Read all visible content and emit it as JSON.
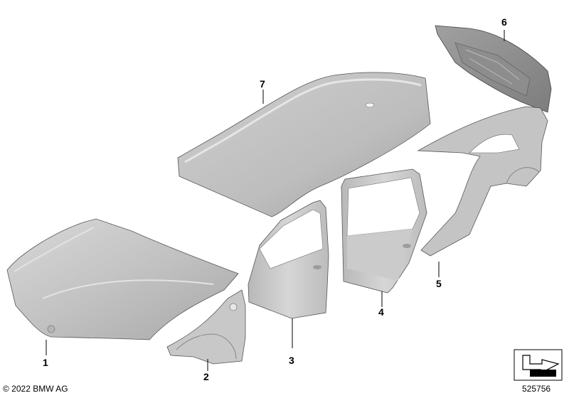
{
  "callouts": [
    {
      "number": "1",
      "part": "hood"
    },
    {
      "number": "2",
      "part": "front-side-panel"
    },
    {
      "number": "3",
      "part": "front-door"
    },
    {
      "number": "4",
      "part": "rear-door"
    },
    {
      "number": "5",
      "part": "rear-side-frame"
    },
    {
      "number": "6",
      "part": "tailgate"
    },
    {
      "number": "7",
      "part": "roof"
    }
  ],
  "footer": {
    "copyright": "© 2022 BMW AG",
    "reference": "525756"
  },
  "colors": {
    "panel_fill": "#c9c9c9",
    "panel_light": "#e2e2e2",
    "panel_dark": "#9a9a9a",
    "outline": "#555555",
    "leader": "#000000"
  }
}
